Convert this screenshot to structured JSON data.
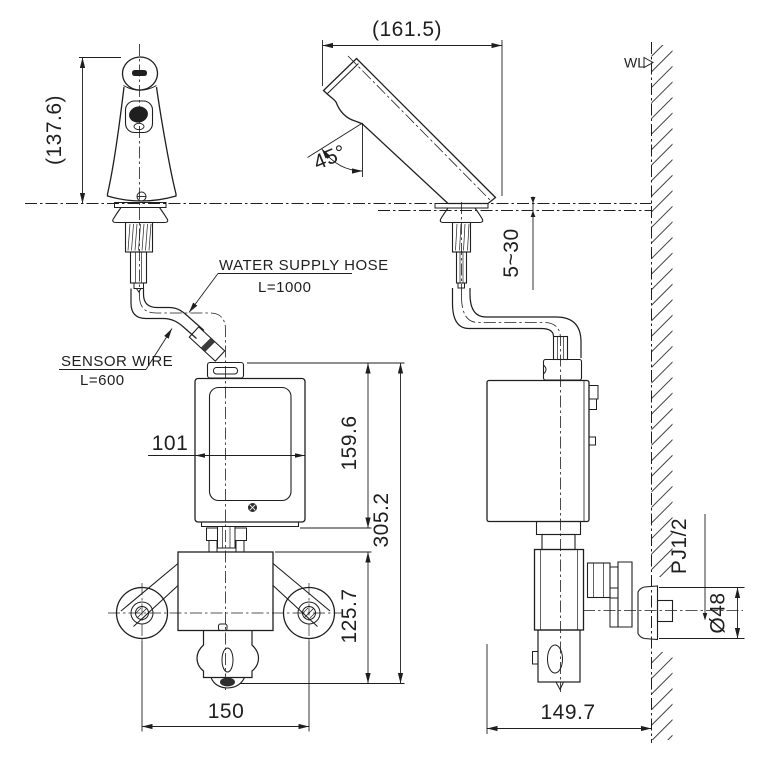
{
  "drawing": {
    "type": "technical installation drawing",
    "subject": "sensor faucet with controller box, front and side views",
    "background_color": "#ffffff",
    "line_color": "#1f1f1f"
  },
  "dimensions": {
    "faucet_height": "(137.6)",
    "spout_length": "(161.5)",
    "spout_angle": "45°",
    "deck_thickness": "5~30",
    "controller_width": "101",
    "controller_height": "159.6",
    "overall_height": "305.2",
    "valve_height": "125.7",
    "flange_pitch": "150",
    "depth_from_wall": "149.7",
    "wall_thread": "PJ1/2",
    "escutcheon_diameter": "Ø48"
  },
  "annotations": {
    "wall_line": "WL",
    "hose_label": "WATER SUPPLY HOSE",
    "hose_length": "L=1000",
    "wire_label": "SENSOR WIRE",
    "wire_length": "L=600"
  }
}
